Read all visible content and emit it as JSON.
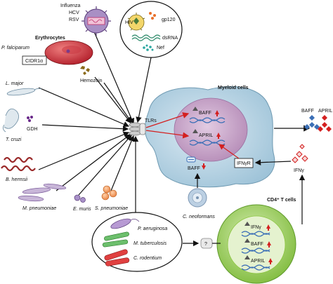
{
  "viruses": {
    "influenza": "Influenza",
    "hcv": "HCV",
    "rsv": "RSV"
  },
  "hiv_box": {
    "hiv": "HIV",
    "gp120": "gp120",
    "dsrna": "dsRNA",
    "nef": "Nef"
  },
  "erythrocytes": {
    "title": "Erythrocytes",
    "p_falciparum": "P. falciparum",
    "cidr": "CIDR1α",
    "hemozoin": "Hemozoin"
  },
  "pathogens": {
    "l_major": "L. major",
    "gdh": "GDH",
    "t_cruzi": "T. cruzi",
    "b_hermsii": "B. hermsii",
    "m_pneumoniae": "M. pneumoniae",
    "e_muris": "E. muris",
    "s_pneumoniae": "S. pneumoniae"
  },
  "bacteria_box": {
    "p_aeruginosa": "P. aeruginosa",
    "m_tuberculosis": "M. tuberculosis",
    "c_rodentium": "C. rodentium"
  },
  "myeloid": {
    "title": "Myeloid cells",
    "tlrs": "TLRs",
    "baff_up": "BAFF",
    "april_up": "APRIL",
    "baff_down": "BAFF",
    "ifngr": "IFNγR"
  },
  "c_neoformans": "C. neoformans",
  "outputs": {
    "baff": "BAFF",
    "april": "APRIL",
    "ifng": "IFNγ"
  },
  "tcells": {
    "title": "CD4⁺ T cells",
    "ifng": "IFNγ",
    "baff": "BAFF",
    "april": "APRIL",
    "unknown": "?"
  },
  "colors": {
    "up_arrow": "#d42020",
    "cell_fill": "#bcd7e6",
    "nucleus_fill": "#c7a4c7",
    "tcell_outer": "#8cc63f",
    "tcell_inner": "#e5f2cf",
    "dna_blue": "#3b6fb6"
  }
}
